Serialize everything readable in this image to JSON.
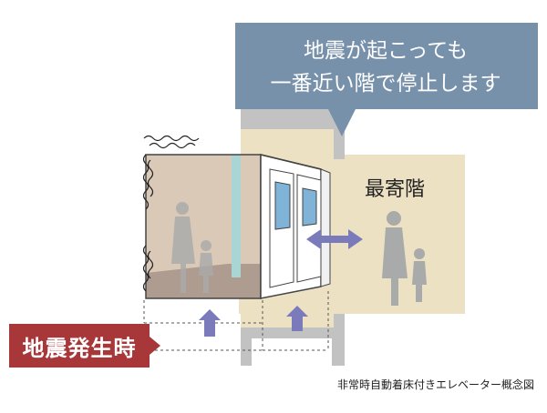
{
  "speech": {
    "line1": "地震が起こっても",
    "line2": "一番近い階で停止します"
  },
  "nearest_floor_label": "最寄階",
  "event_label": "地震発生時",
  "caption": "非常時自動着床付きエレベーター概念図",
  "colors": {
    "speech_bubble": "#7891ab",
    "event_tag": "#a8373a",
    "floor_panel": "#ede1c4",
    "shaft_frame": "#c2c2c2",
    "car_interior": "#dbc9b8",
    "door_frame": "#ffffff",
    "window_glass": "#7fb4d8",
    "arrow": "#7b7bbb",
    "people": "#a9aaaa"
  },
  "icons": [
    "wave-icon",
    "up-arrow-icon",
    "double-arrow-icon",
    "person-icon"
  ]
}
